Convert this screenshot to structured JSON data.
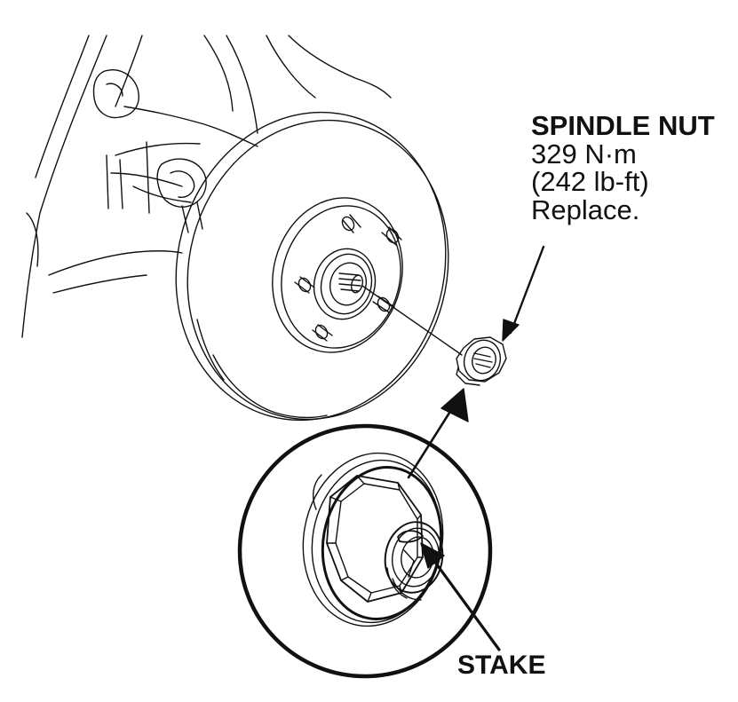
{
  "callouts": {
    "spindle_nut": {
      "title": "SPINDLE NUT",
      "torque_metric": "329 N·m",
      "torque_imperial": "(242 lb-ft)",
      "instruction": "Replace."
    },
    "stake": {
      "label": "STAKE"
    }
  },
  "colors": {
    "line": "#111111",
    "background": "#ffffff"
  }
}
